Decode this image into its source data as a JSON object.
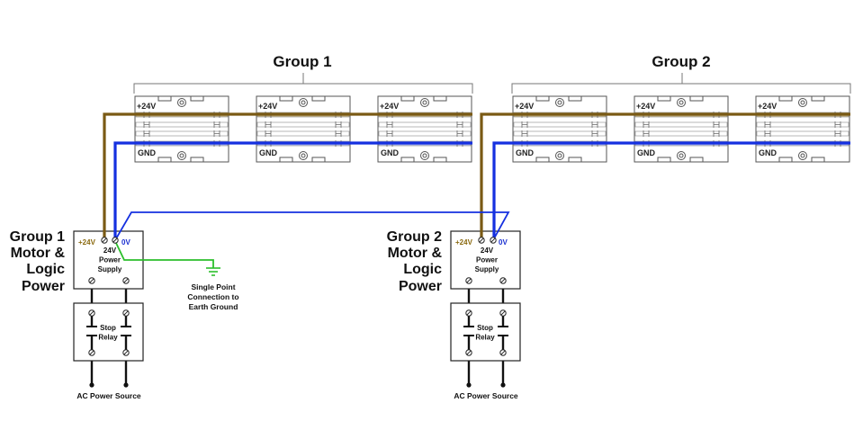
{
  "diagram": {
    "groups": [
      {
        "title": "Group 1",
        "module_count": 3,
        "module_labels": {
          "top": "+24V",
          "bottom": "GND"
        },
        "power_label": [
          "Group 1",
          "Motor &",
          "Logic",
          "Power"
        ],
        "power_supply": {
          "pos_terminal": "+24V",
          "neg_terminal": "0V",
          "name": [
            "24V",
            "Power",
            "Supply"
          ]
        },
        "relay": {
          "name": [
            "Stop",
            "Relay"
          ]
        },
        "source_label": "AC Power Source"
      },
      {
        "title": "Group 2",
        "module_count": 3,
        "module_labels": {
          "top": "+24V",
          "bottom": "GND"
        },
        "power_label": [
          "Group 2",
          "Motor &",
          "Logic",
          "Power"
        ],
        "power_supply": {
          "pos_terminal": "+24V",
          "neg_terminal": "0V",
          "name": [
            "24V",
            "Power",
            "Supply"
          ]
        },
        "relay": {
          "name": [
            "Stop",
            "Relay"
          ]
        },
        "source_label": "AC Power Source"
      }
    ],
    "ground": {
      "label": [
        "Single Point",
        "Connection to",
        "Earth Ground"
      ]
    },
    "wire_colors": {
      "pos_24v": "#7a5a14",
      "neg_0v": "#1530e0",
      "earth": "#2bbf2b",
      "ac": "#111111"
    },
    "terminal_label_colors": {
      "pos": "#8a6a10",
      "neg": "#1a2fd0"
    }
  }
}
